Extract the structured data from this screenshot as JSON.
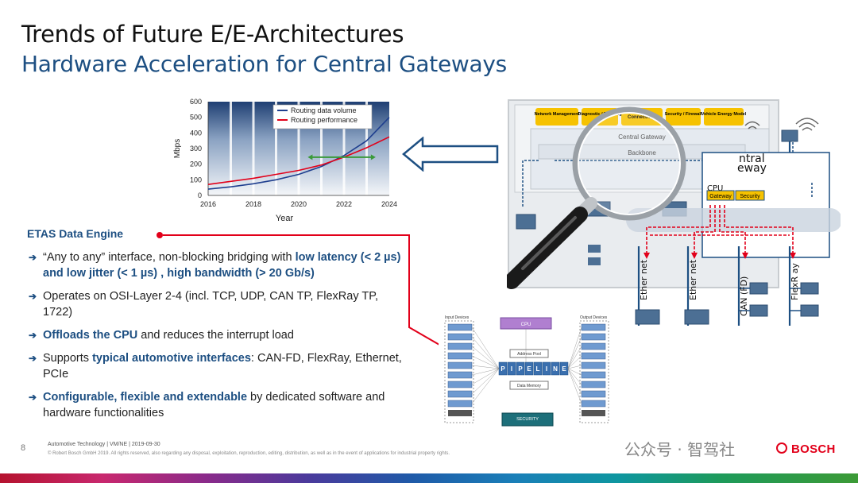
{
  "slide": {
    "title": "Trends of Future E/E-Architectures",
    "subtitle": "Hardware Acceleration for Central Gateways",
    "page_number": "8"
  },
  "chart_data": {
    "type": "line",
    "xlabel": "Year",
    "ylabel": "Mbps",
    "x_ticks": [
      "2016",
      "2018",
      "2020",
      "2022",
      "2024"
    ],
    "y_ticks": [
      "0",
      "100",
      "200",
      "300",
      "400",
      "500",
      "600"
    ],
    "xlim": [
      2016,
      2024
    ],
    "ylim": [
      0,
      600
    ],
    "grid": false,
    "legend_position": "top-right",
    "series": [
      {
        "name": "Routing data volume",
        "color": "#1f3f8f",
        "x": [
          2016,
          2017,
          2018,
          2019,
          2020,
          2021,
          2022,
          2023,
          2024
        ],
        "y": [
          40,
          55,
          75,
          100,
          135,
          185,
          255,
          350,
          500
        ]
      },
      {
        "name": "Routing performance",
        "color": "#e2001a",
        "x": [
          2016,
          2017,
          2018,
          2019,
          2020,
          2021,
          2022,
          2023,
          2024
        ],
        "y": [
          70,
          90,
          110,
          135,
          160,
          195,
          245,
          305,
          375
        ]
      }
    ],
    "annotation_range": [
      2020.4,
      2023.4
    ],
    "annotation_y": 245,
    "annotation_color": "#3a9a3a"
  },
  "engine": {
    "heading": "ETAS Data Engine",
    "bullets": [
      {
        "parts": [
          {
            "t": "“Any to any” interface, non-blocking bridging with ",
            "b": false
          },
          {
            "t": "low latency (< 2 µs) and low jitter (< 1 µs) , high bandwidth (> 20 Gb/s)",
            "b": true
          }
        ]
      },
      {
        "parts": [
          {
            "t": "Operates on OSI-Layer 2-4 (incl. TCP, UDP, CAN TP, FlexRay TP, 1722)",
            "b": false
          }
        ]
      },
      {
        "parts": [
          {
            "t": "Offloads the CPU",
            "b": true
          },
          {
            "t": " and reduces the interrupt load",
            "b": false
          }
        ]
      },
      {
        "parts": [
          {
            "t": "Supports ",
            "b": false
          },
          {
            "t": "typical automotive interfaces",
            "b": true
          },
          {
            "t": ": CAN-FD, FlexRay, Ethernet, PCIe",
            "b": false
          }
        ]
      },
      {
        "parts": [
          {
            "t": "Configurable, flexible and extendable",
            "b": true
          },
          {
            "t": " by dedicated software and hardware functionalities",
            "b": false
          }
        ]
      }
    ]
  },
  "architecture": {
    "modules": [
      "Network Management",
      "Diagnostic / Flashing",
      "Connectivity",
      "Security / Firewall",
      "Vehicle Energy Model"
    ],
    "central_gateway": "Central Gateway",
    "backbone": "Backbone",
    "zoom_title_line1": "ntral",
    "zoom_title_line2": "eway",
    "cpu": "CPU",
    "gateway_chip": "Gateway",
    "security_chip": "Security",
    "buses": [
      "Ether net",
      "Ether net",
      "CAN (FD)",
      "FlexR ay"
    ],
    "colors": {
      "module_yellow": "#f6c200",
      "bus_blue": "#1d4f82",
      "signal_red": "#e2001a",
      "chip_yellow": "#f6c200"
    }
  },
  "pipeline_diagram": {
    "input_devices": "Input Devices",
    "output_devices": "Output Devices",
    "cpu": "CPU",
    "address_pool": "Address Pool",
    "pipeline_letters": [
      "P",
      "I",
      "P",
      "E",
      "L",
      "I",
      "N",
      "E"
    ],
    "data_memory": "Data Memory",
    "security": "SECURITY"
  },
  "footer": {
    "line1": "Automotive Technology | VM/NE | 2019-09-30",
    "line2": "© Robert Bosch GmbH 2019. All rights reserved, also regarding any disposal, exploitation, reproduction, editing, distribution, as well as in the event of applications for industrial property rights.",
    "watermark": "公众号 · 智驾社",
    "brand": "BOSCH"
  }
}
